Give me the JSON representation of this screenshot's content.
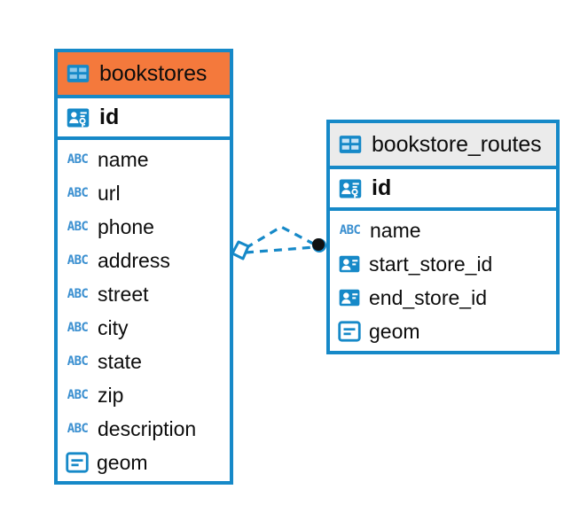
{
  "diagram": {
    "type": "entity-relationship-diagram",
    "background_color": "#ffffff",
    "accent_color": "#1689c8",
    "highlight_color": "#f4793c",
    "neutral_header_color": "#ebebeb",
    "icon_color": "#1689c8"
  },
  "entities": [
    {
      "name": "bookstores",
      "title": "bookstores",
      "header_style": "accent",
      "header_icon": "table-icon",
      "primary_key": {
        "label": "id",
        "icon": "primary-key-icon"
      },
      "fields": [
        {
          "label": "name",
          "icon": "abc-text-icon"
        },
        {
          "label": "url",
          "icon": "abc-text-icon"
        },
        {
          "label": "phone",
          "icon": "abc-text-icon"
        },
        {
          "label": "address",
          "icon": "abc-text-icon"
        },
        {
          "label": "street",
          "icon": "abc-text-icon"
        },
        {
          "label": "city",
          "icon": "abc-text-icon"
        },
        {
          "label": "state",
          "icon": "abc-text-icon"
        },
        {
          "label": "zip",
          "icon": "abc-text-icon"
        },
        {
          "label": "description",
          "icon": "abc-text-icon"
        },
        {
          "label": "geom",
          "icon": "geometry-icon"
        }
      ]
    },
    {
      "name": "bookstore_routes",
      "title": "bookstore_routes",
      "header_style": "neutral",
      "header_icon": "table-icon",
      "primary_key": {
        "label": "id",
        "icon": "primary-key-icon"
      },
      "fields": [
        {
          "label": "name",
          "icon": "abc-text-icon"
        },
        {
          "label": "start_store_id",
          "icon": "foreign-key-icon"
        },
        {
          "label": "end_store_id",
          "icon": "foreign-key-icon"
        },
        {
          "label": "geom",
          "icon": "geometry-icon"
        }
      ]
    }
  ],
  "relationship": {
    "source_entity": "bookstores",
    "target_entity": "bookstore_routes",
    "line_style": "dashed",
    "line_color": "#1689c8",
    "source_marker": "diamond",
    "target_marker": "filled-circle",
    "target_marker_color": "#111111"
  },
  "icon_labels": {
    "abc": "ABC"
  }
}
